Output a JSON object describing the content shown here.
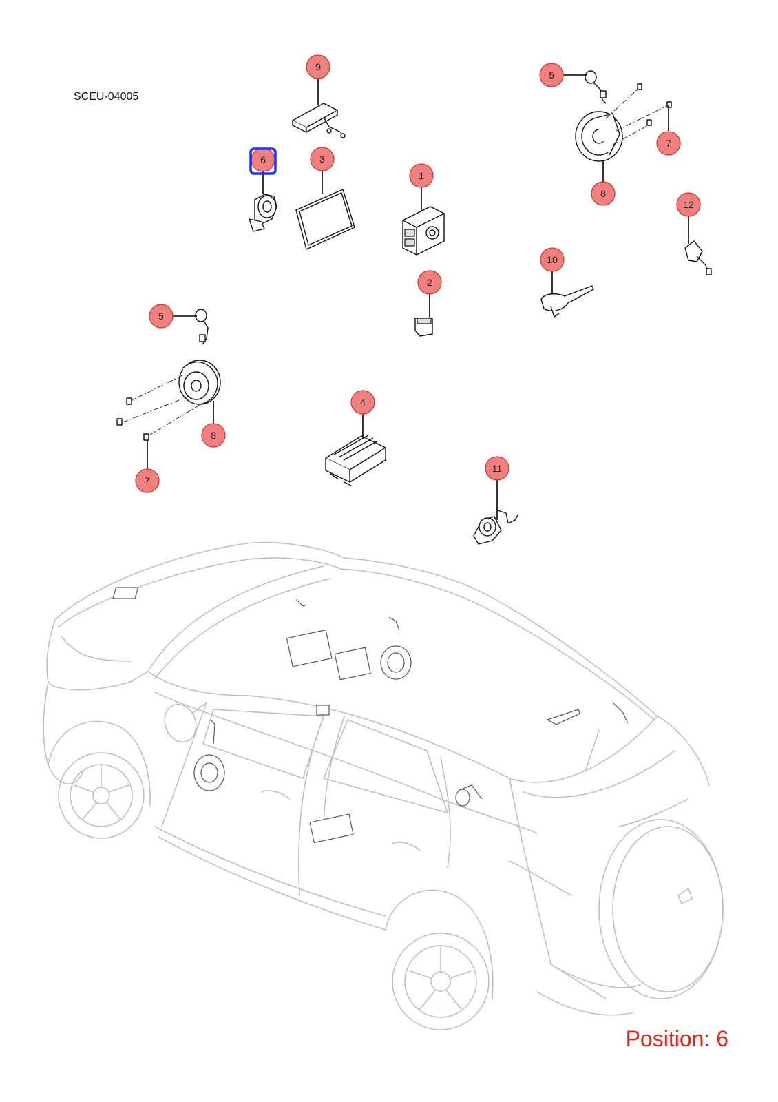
{
  "diagram": {
    "code": "SCEU-04005",
    "position_label": "Position: 6",
    "highlighted_callout": "6",
    "colors": {
      "callout_fill": "#f08080",
      "callout_stroke": "#c0392b",
      "highlight": "#1a33ff",
      "position_text": "#e8201a",
      "car_outline": "#bdbdbd"
    },
    "callouts": {
      "c1": "1",
      "c2": "2",
      "c3": "3",
      "c4": "4",
      "c5a": "5",
      "c5b": "5",
      "c6": "6",
      "c7a": "7",
      "c7b": "7",
      "c8a": "8",
      "c8b": "8",
      "c9": "9",
      "c10": "10",
      "c11": "11",
      "c12": "12"
    }
  }
}
